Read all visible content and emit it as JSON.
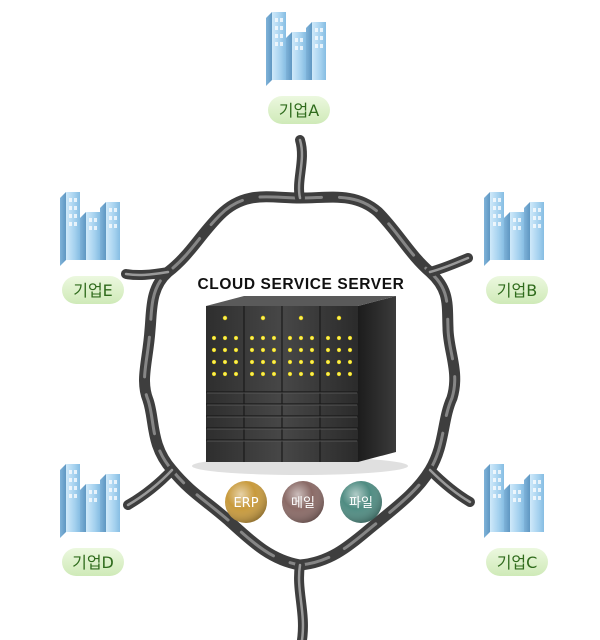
{
  "server": {
    "title": "CLOUD SERVICE SERVER"
  },
  "services": [
    {
      "label": "ERP",
      "color": "#c89a3c"
    },
    {
      "label": "메일",
      "color": "#8a6a66"
    },
    {
      "label": "파일",
      "color": "#4f8c82"
    }
  ],
  "companies": [
    {
      "id": "a",
      "label": "기업A"
    },
    {
      "id": "b",
      "label": "기업B"
    },
    {
      "id": "c",
      "label": "기업C"
    },
    {
      "id": "d",
      "label": "기업D"
    },
    {
      "id": "e",
      "label": "기업E"
    }
  ],
  "colors": {
    "label_pill": "#d9f0c4",
    "label_text": "#2f6b1c",
    "building": "#a9d4f0",
    "cable": "#585858",
    "server_body": "#3a3a3a",
    "server_led": "#f2e21a"
  },
  "icons": [
    "building-icon",
    "server-rack-icon",
    "network-cable"
  ]
}
